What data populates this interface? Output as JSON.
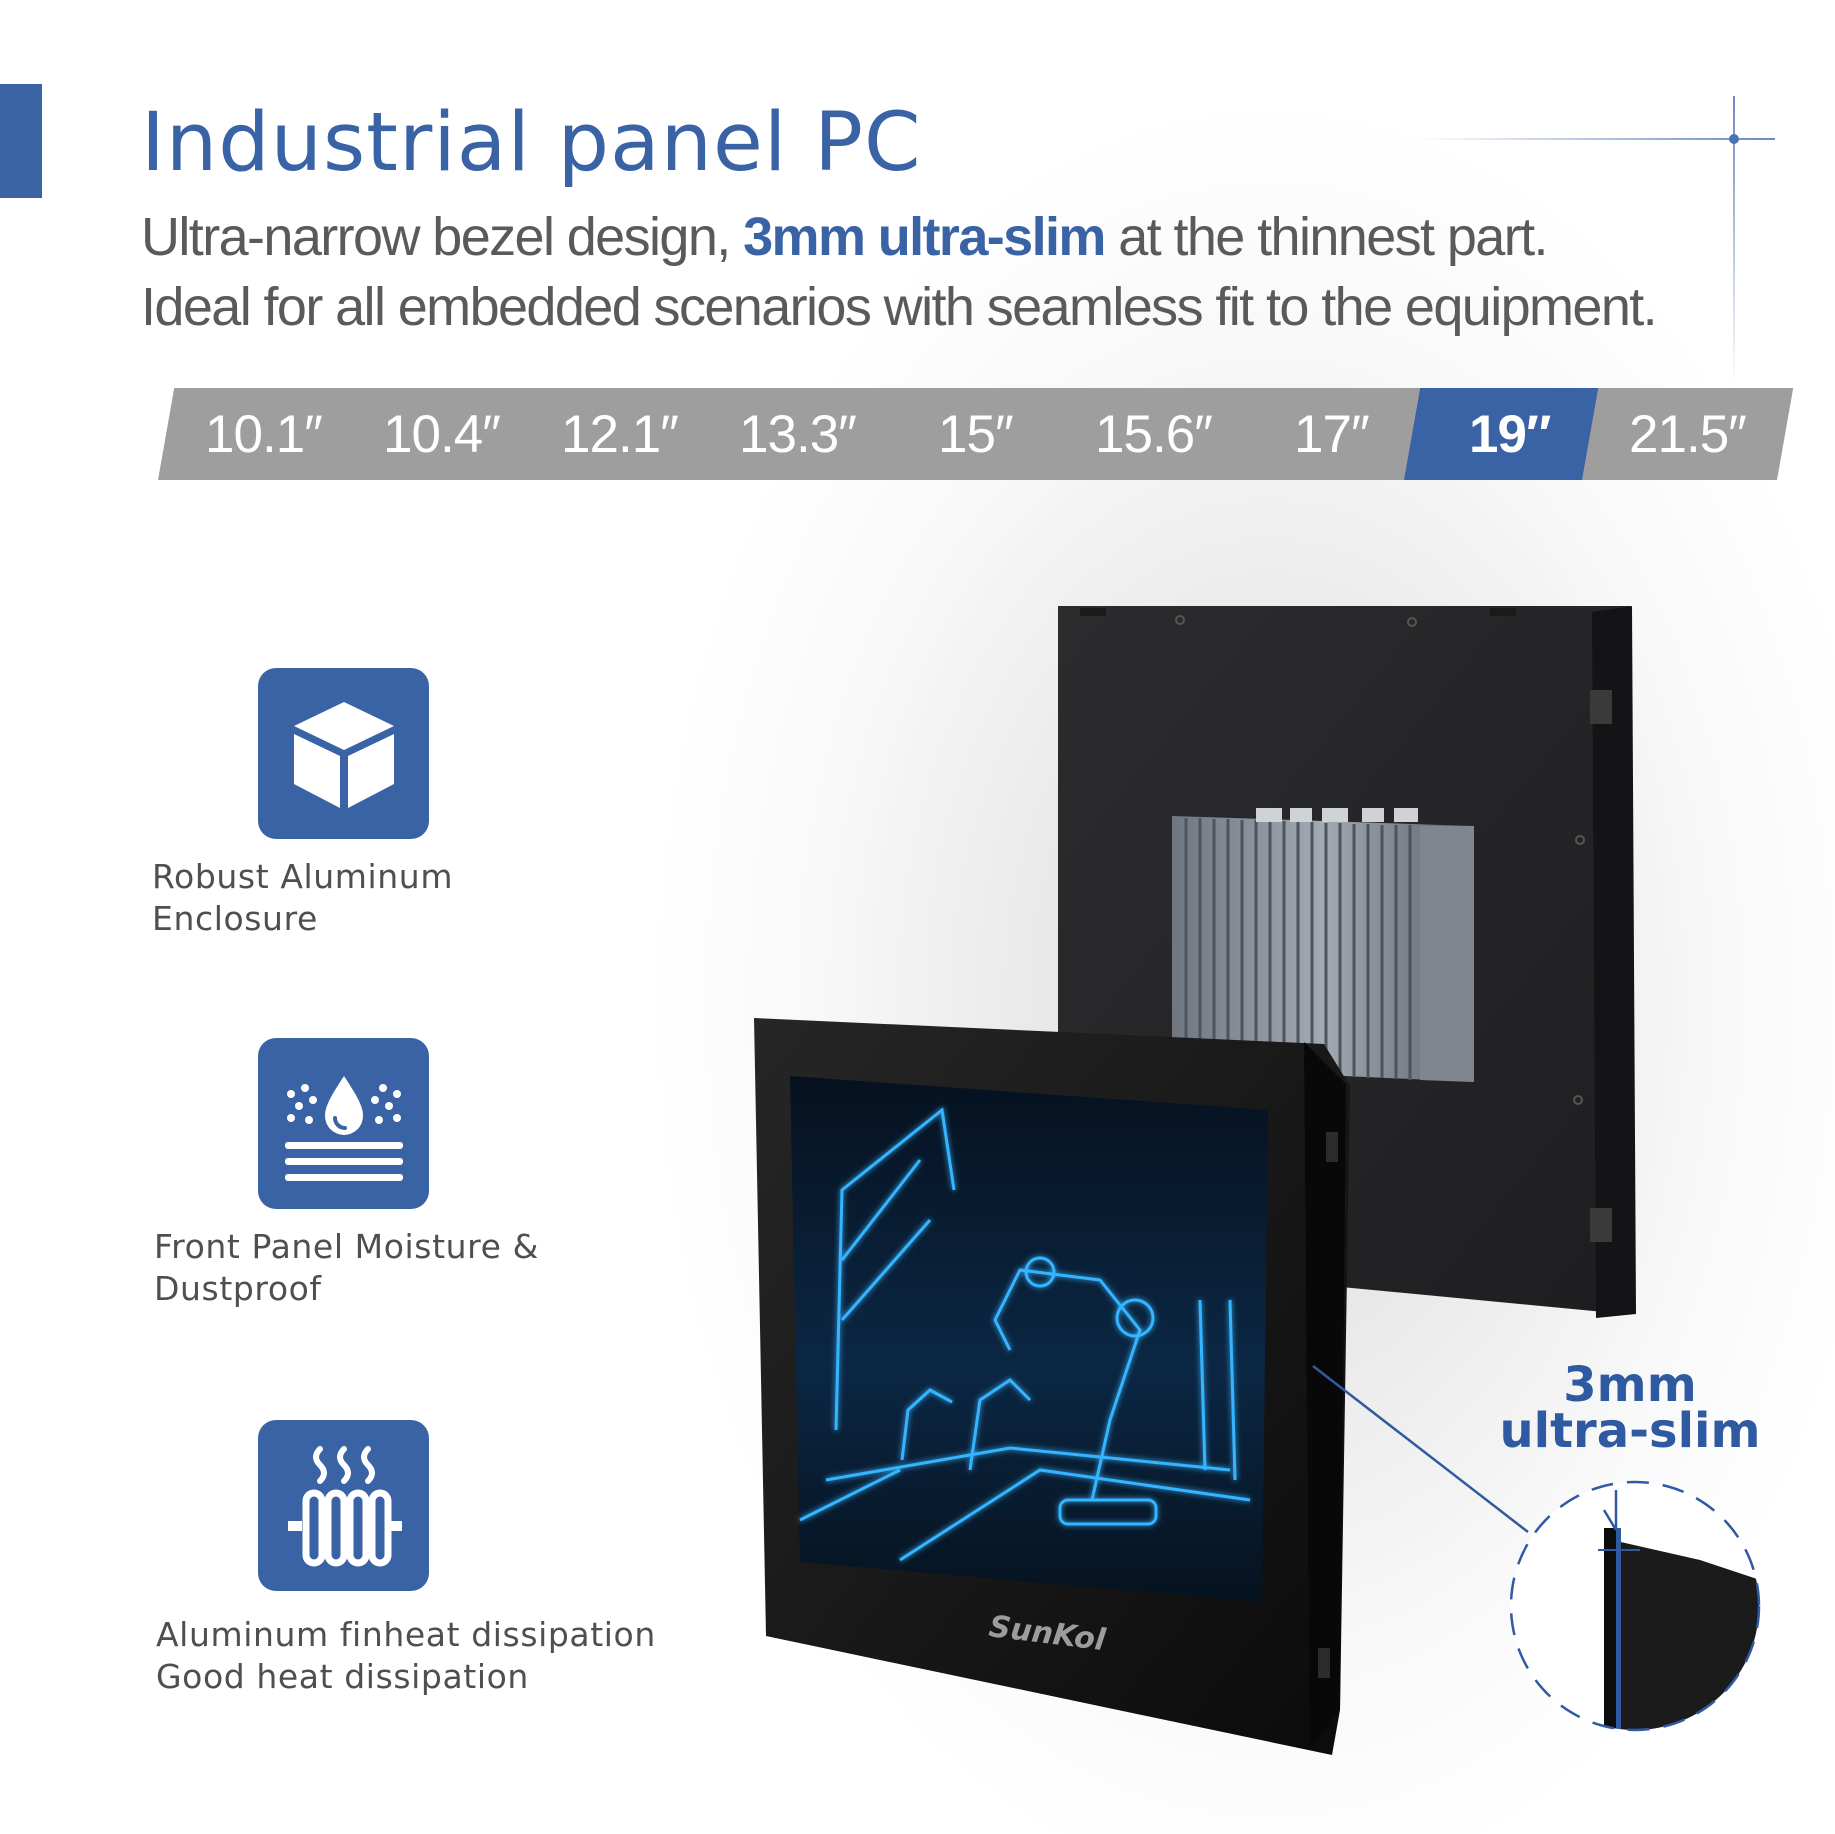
{
  "header": {
    "title": "Industrial panel PC",
    "subtitle_line1_before": "Ultra-narrow bezel design, ",
    "subtitle_line1_highlight": "3mm ultra-slim",
    "subtitle_line1_after": " at the thinnest part.",
    "subtitle_line2": "Ideal for all embedded scenarios with seamless fit to the equipment."
  },
  "sizes": {
    "items": [
      "10.1″",
      "10.4″",
      "12.1″",
      "13.3″",
      "15″",
      "15.6″",
      "17″",
      "19″",
      "21.5″"
    ],
    "selected": "19″"
  },
  "features": [
    {
      "icon": "cube-icon",
      "label": "Robust Aluminum\nEnclosure"
    },
    {
      "icon": "water-drop-dust-icon",
      "label": "Front Panel Moisture &\nDustproof"
    },
    {
      "icon": "radiator-heat-icon",
      "label": "Aluminum finheat dissipation\nGood heat dissipation"
    }
  ],
  "product": {
    "brand": "SunKol",
    "slim_label": "3mm\nultra-slim"
  },
  "colors": {
    "accent": "#3a63a5",
    "tab_inactive": "#9e9e9e",
    "body_text": "#5a5a5a",
    "bezel": "#141414"
  }
}
